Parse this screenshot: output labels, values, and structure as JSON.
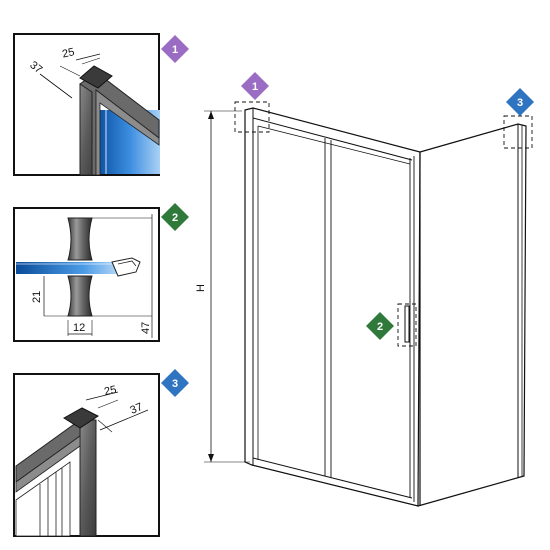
{
  "badges": {
    "one": "1",
    "two": "2",
    "three": "3"
  },
  "badge_colors": {
    "one": "#9b6cc4",
    "two": "#2f7a3a",
    "three": "#2f74c0"
  },
  "detail_1": {
    "dim_a": "25",
    "dim_b": "37"
  },
  "detail_2": {
    "dim_a": "21",
    "dim_b": "12",
    "dim_c": "47"
  },
  "detail_3": {
    "dim_a": "25",
    "dim_b": "37"
  },
  "main": {
    "height_label": "H"
  }
}
